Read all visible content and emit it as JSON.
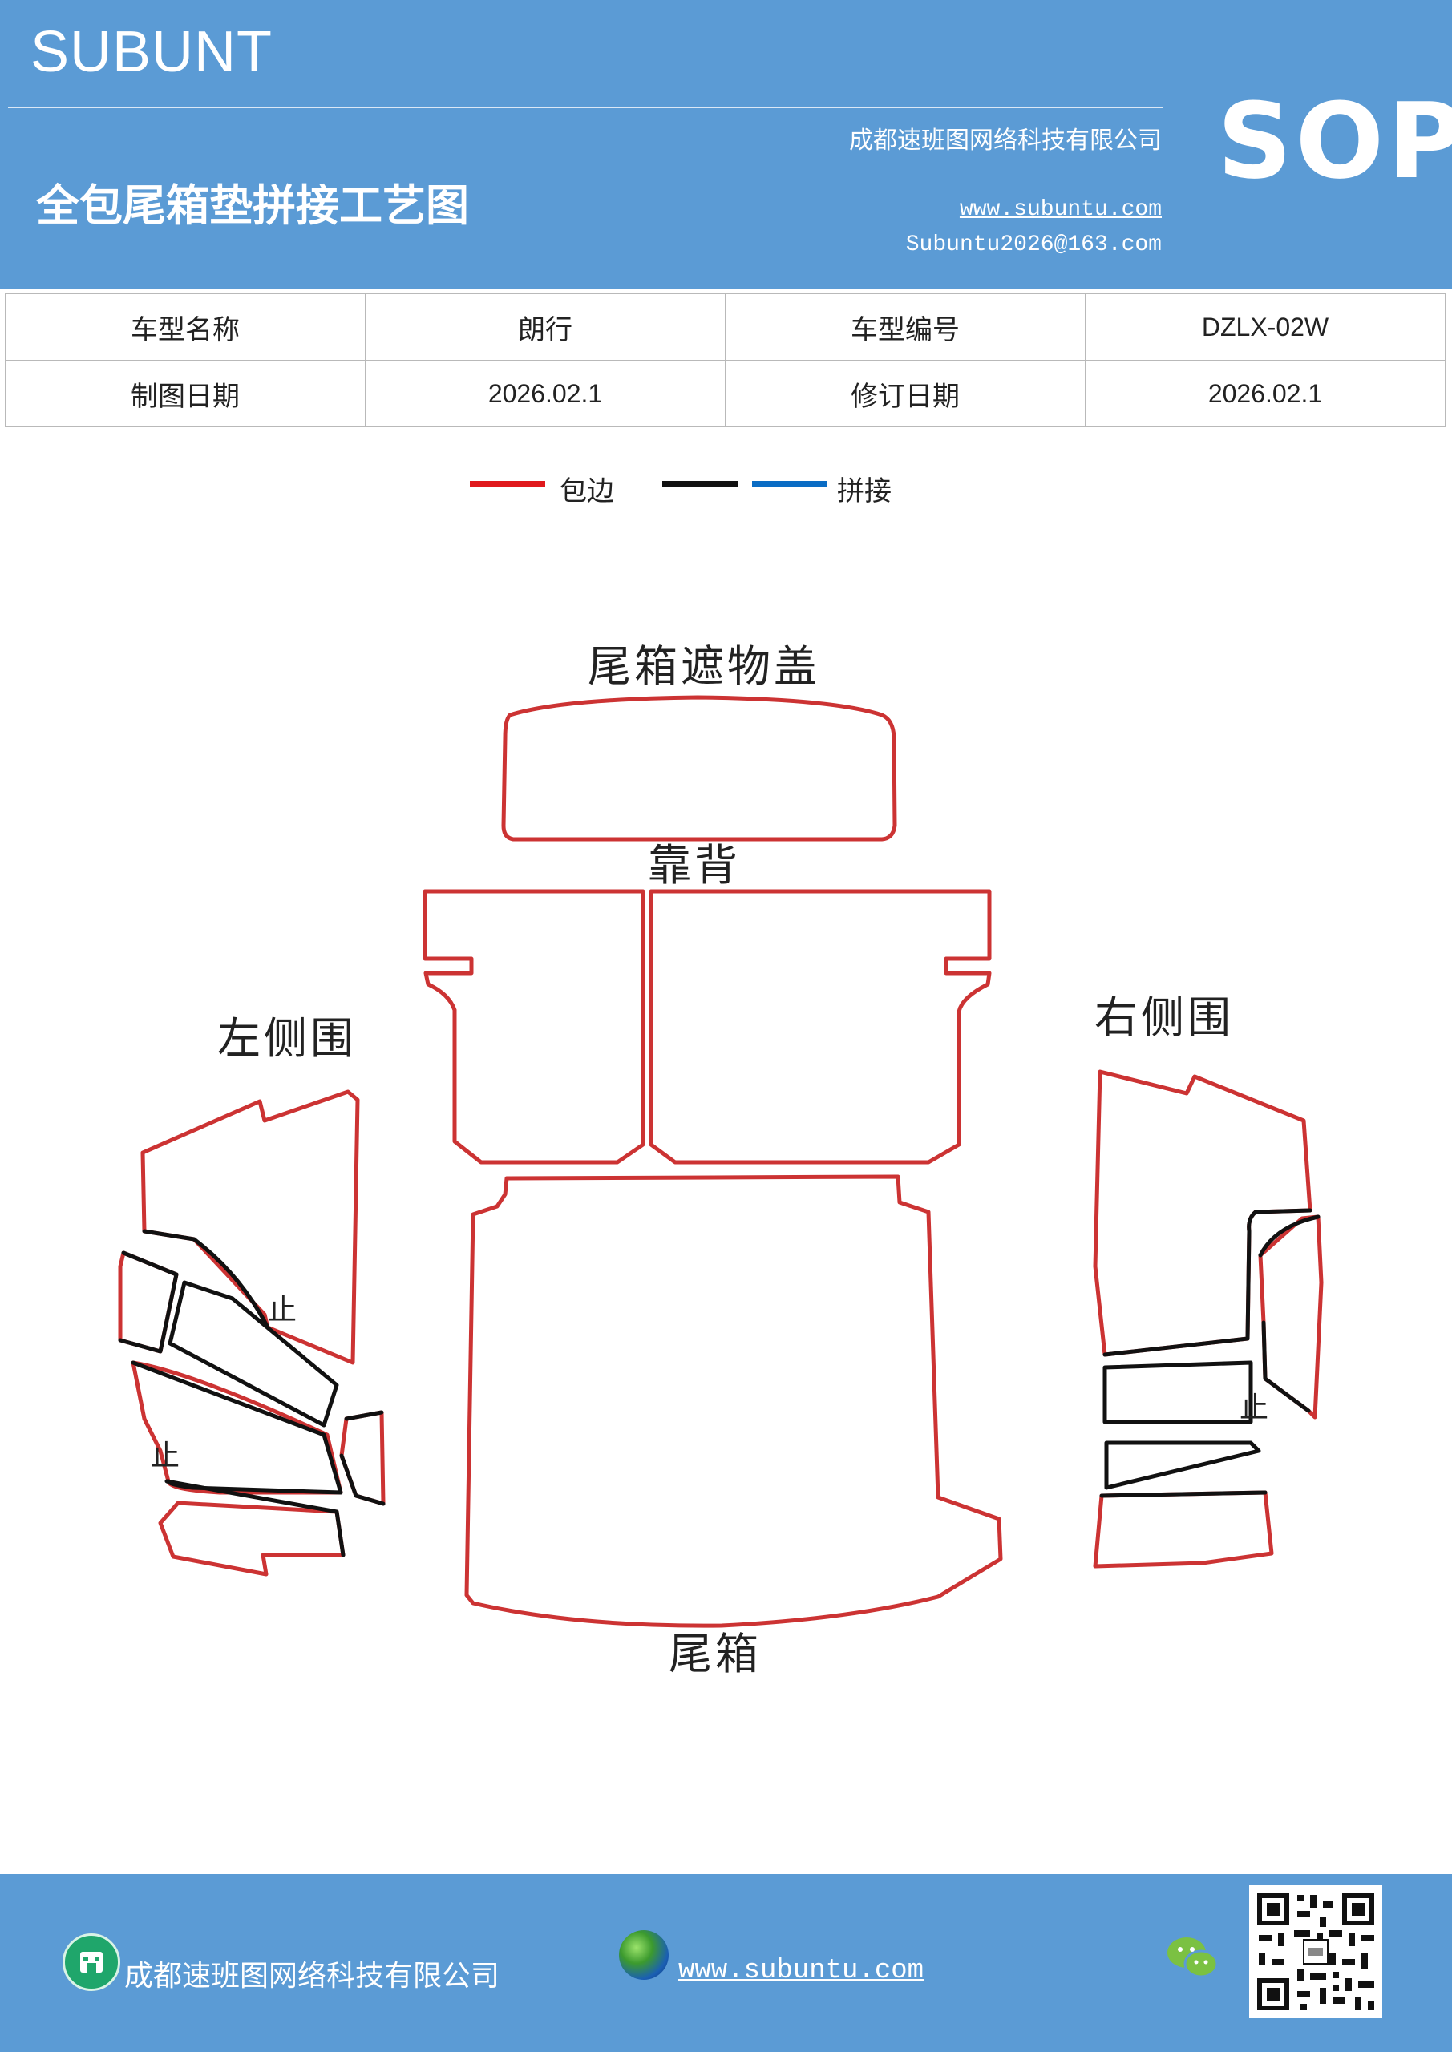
{
  "header": {
    "brand": "SUBUNT",
    "company": "成都速班图网络科技有限公司",
    "title": "全包尾箱垫拼接工艺图",
    "website": "www.subuntu.com",
    "email": "Subuntu2026@163.com",
    "badge": "SOP",
    "background_color": "#5b9bd5"
  },
  "info_table": {
    "rows": [
      [
        "车型名称",
        "朗行",
        "车型编号",
        "DZLX-02W"
      ],
      [
        "制图日期",
        "2026.02.1",
        "修订日期",
        "2026.02.1"
      ]
    ]
  },
  "legend": {
    "items": [
      {
        "label": "包边",
        "color": "#e0191d"
      },
      {
        "label": "",
        "color": "#111111"
      },
      {
        "label": "拼接",
        "color": "#0a6cc4"
      }
    ]
  },
  "diagram": {
    "labels": {
      "cover": "尾箱遮物盖",
      "backrest": "靠背",
      "left_side": "左侧围",
      "right_side": "右侧围",
      "trunk": "尾箱",
      "stop_left_1": "止",
      "stop_left_2": "止",
      "stop_right": "止"
    },
    "edge_color": "#cc3333",
    "seam_color": "#111111"
  },
  "footer": {
    "company": "成都速班图网络科技有限公司",
    "website": "www.subuntu.com",
    "icons": [
      "building-icon",
      "globe-icon",
      "wechat-icon",
      "qr-code"
    ]
  }
}
